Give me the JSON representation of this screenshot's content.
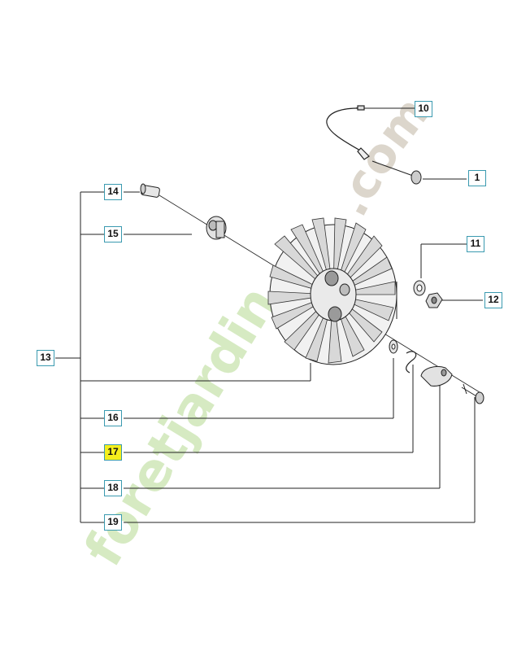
{
  "diagram": {
    "callouts": [
      {
        "id": "10",
        "label": "10"
      },
      {
        "id": "1",
        "label": "1"
      },
      {
        "id": "14",
        "label": "14"
      },
      {
        "id": "15",
        "label": "15"
      },
      {
        "id": "11",
        "label": "11"
      },
      {
        "id": "12",
        "label": "12"
      },
      {
        "id": "13",
        "label": "13"
      },
      {
        "id": "16",
        "label": "16"
      },
      {
        "id": "17",
        "label": "17",
        "selected": true
      },
      {
        "id": "18",
        "label": "18"
      },
      {
        "id": "19",
        "label": "19"
      }
    ],
    "highlight_color": "#f4ee1c",
    "callout_border_color": "#3a9ab0"
  },
  "watermark": {
    "part1": "foretjardin",
    "part2": ".com",
    "color_green": "#d6eac2",
    "color_grey": "#dcd6cc"
  }
}
